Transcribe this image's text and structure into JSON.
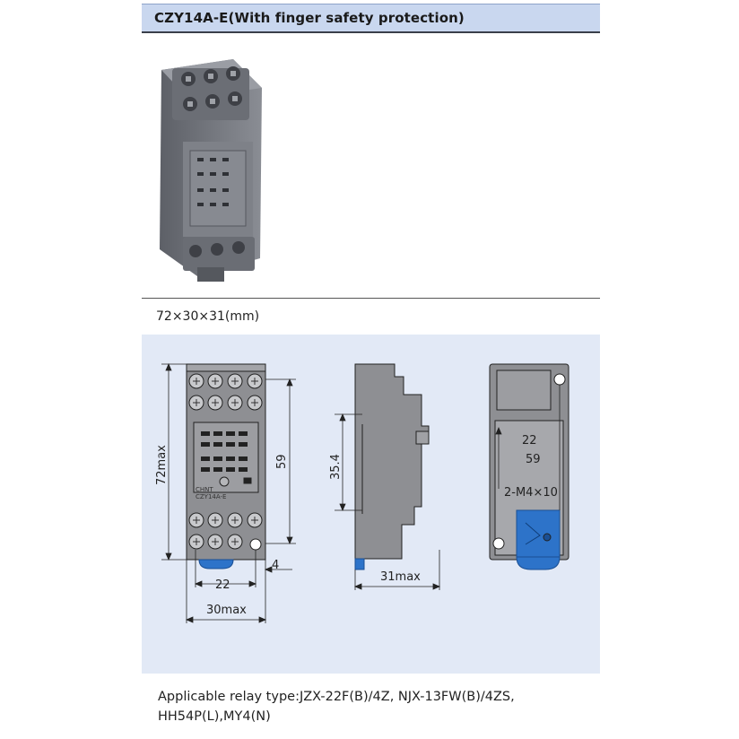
{
  "header": {
    "title": "CZY14A-E(With finger safety protection)"
  },
  "dimensions": {
    "overall": "72×30×31(mm)"
  },
  "drawing": {
    "front": {
      "height_label": "72max",
      "inner_height_label": "59",
      "width_label": "30max",
      "pitch_label": "22",
      "offset_label": "4",
      "brand_mark": "CHNT",
      "model_mark": "CZY14A-E"
    },
    "side": {
      "height_label": "35.4",
      "width_label": "31max"
    },
    "back": {
      "pitch_small": "22",
      "pitch_large": "59",
      "screw_label": "2-M4×10"
    }
  },
  "applicable": {
    "line1": "Applicable relay type:JZX-22F(B)/4Z, NJX-13FW(B)/4ZS,",
    "line2": "HH54P(L),MY4(N)"
  },
  "colors": {
    "header_bg": "#c9d7ef",
    "panel_bg": "#e2e9f6",
    "body_gray": "#8e8f93",
    "clip_blue": "#2d73c9"
  }
}
